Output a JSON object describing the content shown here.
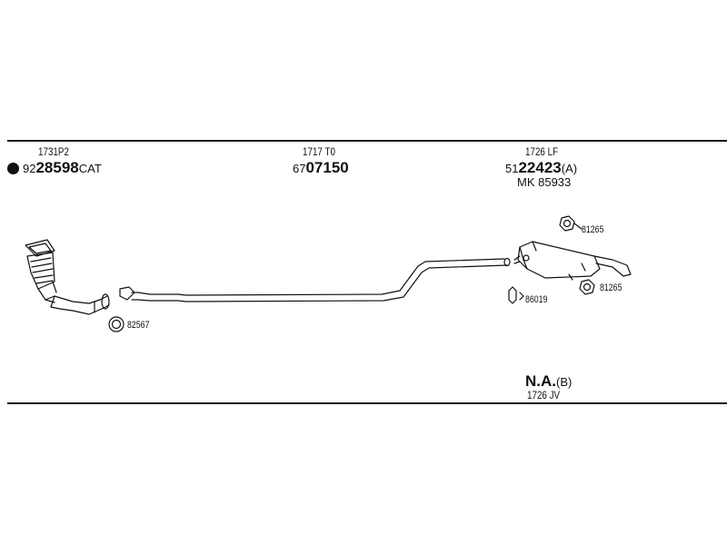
{
  "parts": [
    {
      "id": "front",
      "ref_code": "1731P2",
      "part_prefix": "92",
      "part_main": "28598",
      "part_suffix": "CAT",
      "has_marker": true
    },
    {
      "id": "middle",
      "ref_code": "1717 T0",
      "part_prefix": "67",
      "part_main": "07150",
      "part_suffix": ""
    },
    {
      "id": "rear",
      "ref_code": "1726 LF",
      "part_prefix": "51",
      "part_main": "22423",
      "part_suffix": "(A)",
      "extra_line": "MK  85933"
    }
  ],
  "accessories": {
    "gasket_front": "82567",
    "clamp_rear": "86019",
    "nut_top": "81265",
    "nut_bottom": "81265"
  },
  "footer_note": {
    "main": "N.A.",
    "suffix": "(B)",
    "ref_code": "1726 JV"
  }
}
